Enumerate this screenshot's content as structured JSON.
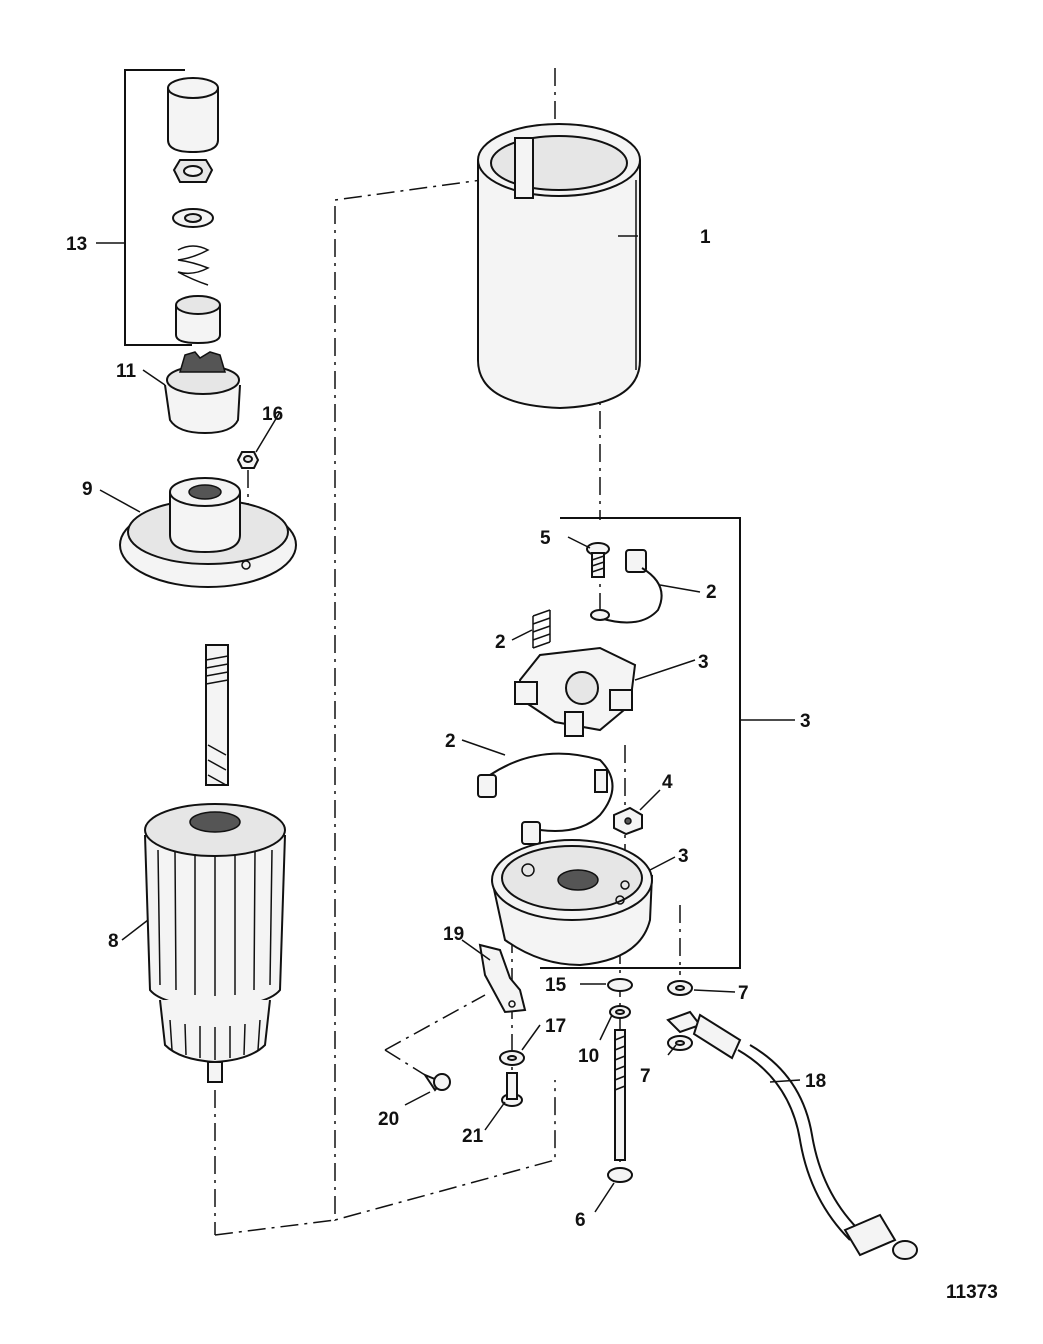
{
  "figure_number": "11373",
  "callouts": {
    "c1": "1",
    "c2a": "2",
    "c2b": "2",
    "c2c": "2",
    "c3a": "3",
    "c3b": "3",
    "c3c": "3",
    "c4": "4",
    "c5": "5",
    "c6": "6",
    "c7a": "7",
    "c7b": "7",
    "c8": "8",
    "c9": "9",
    "c10": "10",
    "c11": "11",
    "c13": "13",
    "c15": "15",
    "c16": "16",
    "c17": "17",
    "c18": "18",
    "c19": "19",
    "c20": "20",
    "c21": "21"
  }
}
